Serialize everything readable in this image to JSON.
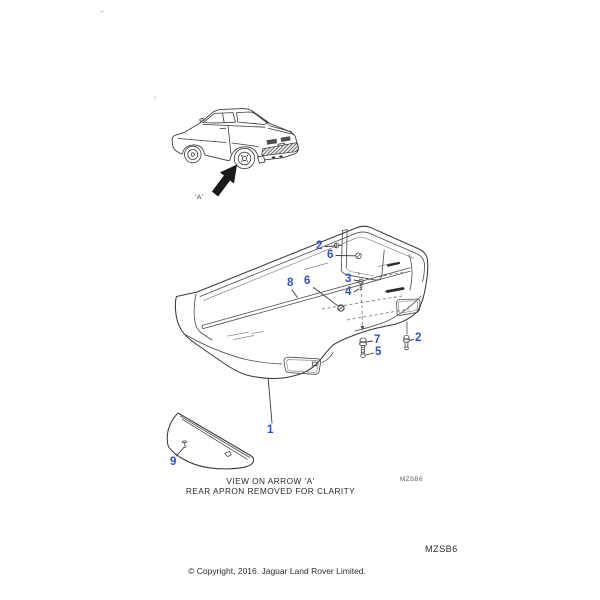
{
  "document": {
    "figure_code_inline": "MZSB6",
    "figure_code_footer": "MZSB6",
    "copyright": "© Copyright, 2016. Jaguar Land Rover Limited."
  },
  "view_reference": {
    "arrow_label": "'A'",
    "caption_line1": "VIEW ON ARROW 'A'",
    "caption_line2": "REAR APRON REMOVED FOR CLARITY"
  },
  "callouts": [
    {
      "label": "2"
    },
    {
      "label": "6"
    },
    {
      "label": "8"
    },
    {
      "label": "6"
    },
    {
      "label": "3"
    },
    {
      "label": "4"
    },
    {
      "label": "7"
    },
    {
      "label": "5"
    },
    {
      "label": "2"
    },
    {
      "label": "1"
    },
    {
      "label": "9"
    }
  ],
  "colors": {
    "callout_blue": "#2B52C8",
    "line_dark": "#3A3A3A"
  }
}
